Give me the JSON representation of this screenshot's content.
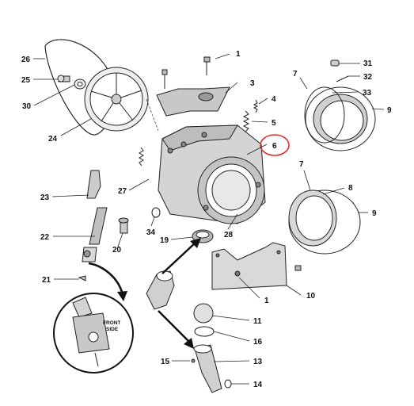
{
  "callouts": [
    {
      "label": "1"
    },
    {
      "label": "3"
    },
    {
      "label": "4"
    },
    {
      "label": "5"
    },
    {
      "label": "6"
    },
    {
      "label": "7"
    },
    {
      "label": "31"
    },
    {
      "label": "32"
    },
    {
      "label": "33"
    },
    {
      "label": "9"
    },
    {
      "label": "26"
    },
    {
      "label": "25"
    },
    {
      "label": "30"
    },
    {
      "label": "24"
    },
    {
      "label": "27"
    },
    {
      "label": "23"
    },
    {
      "label": "22"
    },
    {
      "label": "20"
    },
    {
      "label": "34"
    },
    {
      "label": "19"
    },
    {
      "label": "28"
    },
    {
      "label": "7"
    },
    {
      "label": "8"
    },
    {
      "label": "9"
    },
    {
      "label": "21"
    },
    {
      "label": "1"
    },
    {
      "label": "10"
    },
    {
      "label": "11"
    },
    {
      "label": "16"
    },
    {
      "label": "15"
    },
    {
      "label": "13"
    },
    {
      "label": "14"
    }
  ],
  "inset": {
    "text_line1": "FRONT",
    "text_line2": "SIDE"
  },
  "colors": {
    "highlight": "#e0302a",
    "line": "#222222",
    "part_fill": "#d9d9d9",
    "part_dark": "#a8a8a8"
  }
}
